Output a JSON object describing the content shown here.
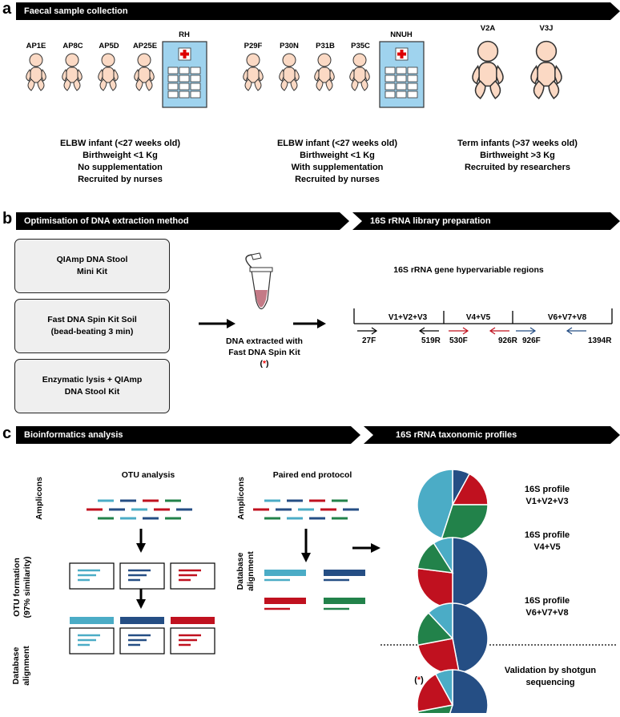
{
  "panel_a": {
    "letter": "a",
    "banner": "Faecal sample collection",
    "group1": {
      "infants": [
        "AP1E",
        "AP8C",
        "AP5D",
        "AP25E"
      ],
      "hospital": "RH",
      "lines": [
        "ELBW infant (<27 weeks old)",
        "Birthweight <1 Kg",
        "No supplementation",
        "Recruited by nurses"
      ]
    },
    "group2": {
      "infants": [
        "P29F",
        "P30N",
        "P31B",
        "P35C"
      ],
      "hospital": "NNUH",
      "lines": [
        "ELBW infant (<27 weeks old)",
        "Birthweight <1 Kg",
        "With supplementation",
        "Recruited by nurses"
      ]
    },
    "group3": {
      "infants": [
        "V2A",
        "V3J"
      ],
      "lines": [
        "Term infants (>37 weeks old)",
        "Birthweight >3 Kg",
        "Recruited by researchers"
      ]
    }
  },
  "panel_b": {
    "letter": "b",
    "banner_left": "Optimisation of DNA extraction method",
    "banner_right": "16S rRNA library preparation",
    "box1": [
      "QIAmp DNA Stool",
      "Mini Kit"
    ],
    "box2": [
      "Fast DNA Spin Kit Soil",
      "(bead-beating 3 min)"
    ],
    "box3": [
      "Enzymatic lysis + QIAmp",
      "DNA Stool Kit"
    ],
    "tube_caption": [
      "DNA extracted with",
      "Fast DNA Spin Kit"
    ],
    "asterisk_open": "(",
    "asterisk": "*",
    "asterisk_close": ")",
    "regions_title": "16S rRNA gene hypervariable regions",
    "regions": [
      "V1+V2+V3",
      "V4+V5",
      "V6+V7+V8"
    ],
    "primers": [
      "27F",
      "519R",
      "530F",
      "926R",
      "926F",
      "1394R"
    ]
  },
  "panel_c": {
    "letter": "c",
    "banner_left": "Bioinformatics analysis",
    "banner_right": "16S rRNA  taxonomic profiles",
    "otu_title": "OTU analysis",
    "paired_title": "Paired end protocol",
    "amplicons": "Amplicons",
    "otu_formation": [
      "OTU formation",
      "(97% similarity)"
    ],
    "database_alignment": [
      "Database",
      "alignment"
    ],
    "profiles": [
      {
        "lines": [
          "16S profile",
          "V1+V2+V3"
        ]
      },
      {
        "lines": [
          "16S profile",
          "V4+V5"
        ]
      },
      {
        "lines": [
          "16S profile",
          "V6+V7+V8"
        ]
      }
    ],
    "validation": [
      "Validation by shotgun",
      "sequencing"
    ],
    "asterisk_open": "(",
    "asterisk": "*",
    "asterisk_close": ")"
  },
  "colors": {
    "lightblue": "#4bacc6",
    "darkblue": "#254e84",
    "red": "#c0111f",
    "green": "#22824a",
    "hospital": "#9fd3ee",
    "skin": "#fbd9c4"
  },
  "chart_data": [
    {
      "type": "pie",
      "title": "16S profile V1+V2+V3",
      "slices": [
        {
          "color": "#254e84",
          "value": 8
        },
        {
          "color": "#c0111f",
          "value": 17
        },
        {
          "color": "#22824a",
          "value": 30
        },
        {
          "color": "#4bacc6",
          "value": 45
        }
      ]
    },
    {
      "type": "pie",
      "title": "16S profile V4+V5",
      "slices": [
        {
          "color": "#254e84",
          "value": 50
        },
        {
          "color": "#c0111f",
          "value": 27
        },
        {
          "color": "#22824a",
          "value": 14
        },
        {
          "color": "#4bacc6",
          "value": 9
        }
      ]
    },
    {
      "type": "pie",
      "title": "16S profile V6+V7+V8",
      "slices": [
        {
          "color": "#254e84",
          "value": 47
        },
        {
          "color": "#c0111f",
          "value": 25
        },
        {
          "color": "#22824a",
          "value": 16
        },
        {
          "color": "#4bacc6",
          "value": 12
        }
      ]
    },
    {
      "type": "pie",
      "title": "Validation by shotgun sequencing",
      "slices": [
        {
          "color": "#254e84",
          "value": 55
        },
        {
          "color": "#22824a",
          "value": 17
        },
        {
          "color": "#c0111f",
          "value": 20
        },
        {
          "color": "#4bacc6",
          "value": 8
        }
      ]
    }
  ]
}
